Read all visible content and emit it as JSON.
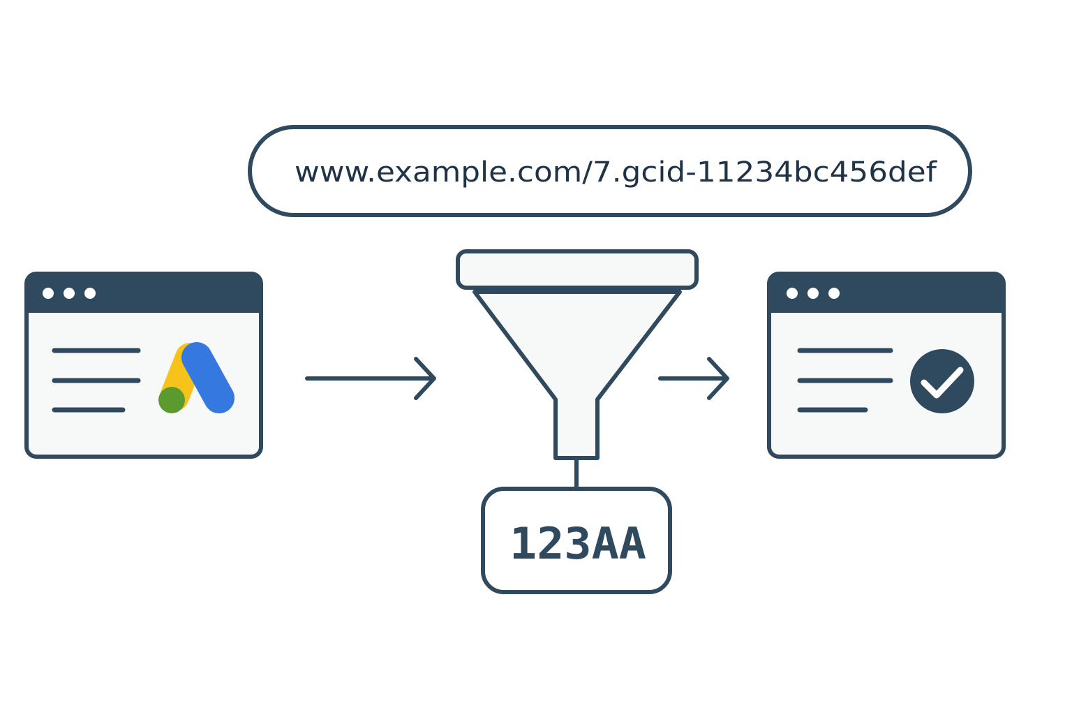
{
  "url_bar": {
    "text": "www.example.com/7.gcid-11234bc456def"
  },
  "extracted_code": {
    "text": "123AA"
  },
  "left_window": {
    "logo_icon": "google-ads-logo"
  },
  "right_window": {
    "status_icon": "check-circle-icon"
  },
  "colors": {
    "stroke": "#2f4a5e",
    "panel_fill": "#f7f8f8",
    "ads_blue": "#3478e0",
    "ads_yellow": "#f7c21a",
    "ads_green": "#5b9a2e"
  }
}
